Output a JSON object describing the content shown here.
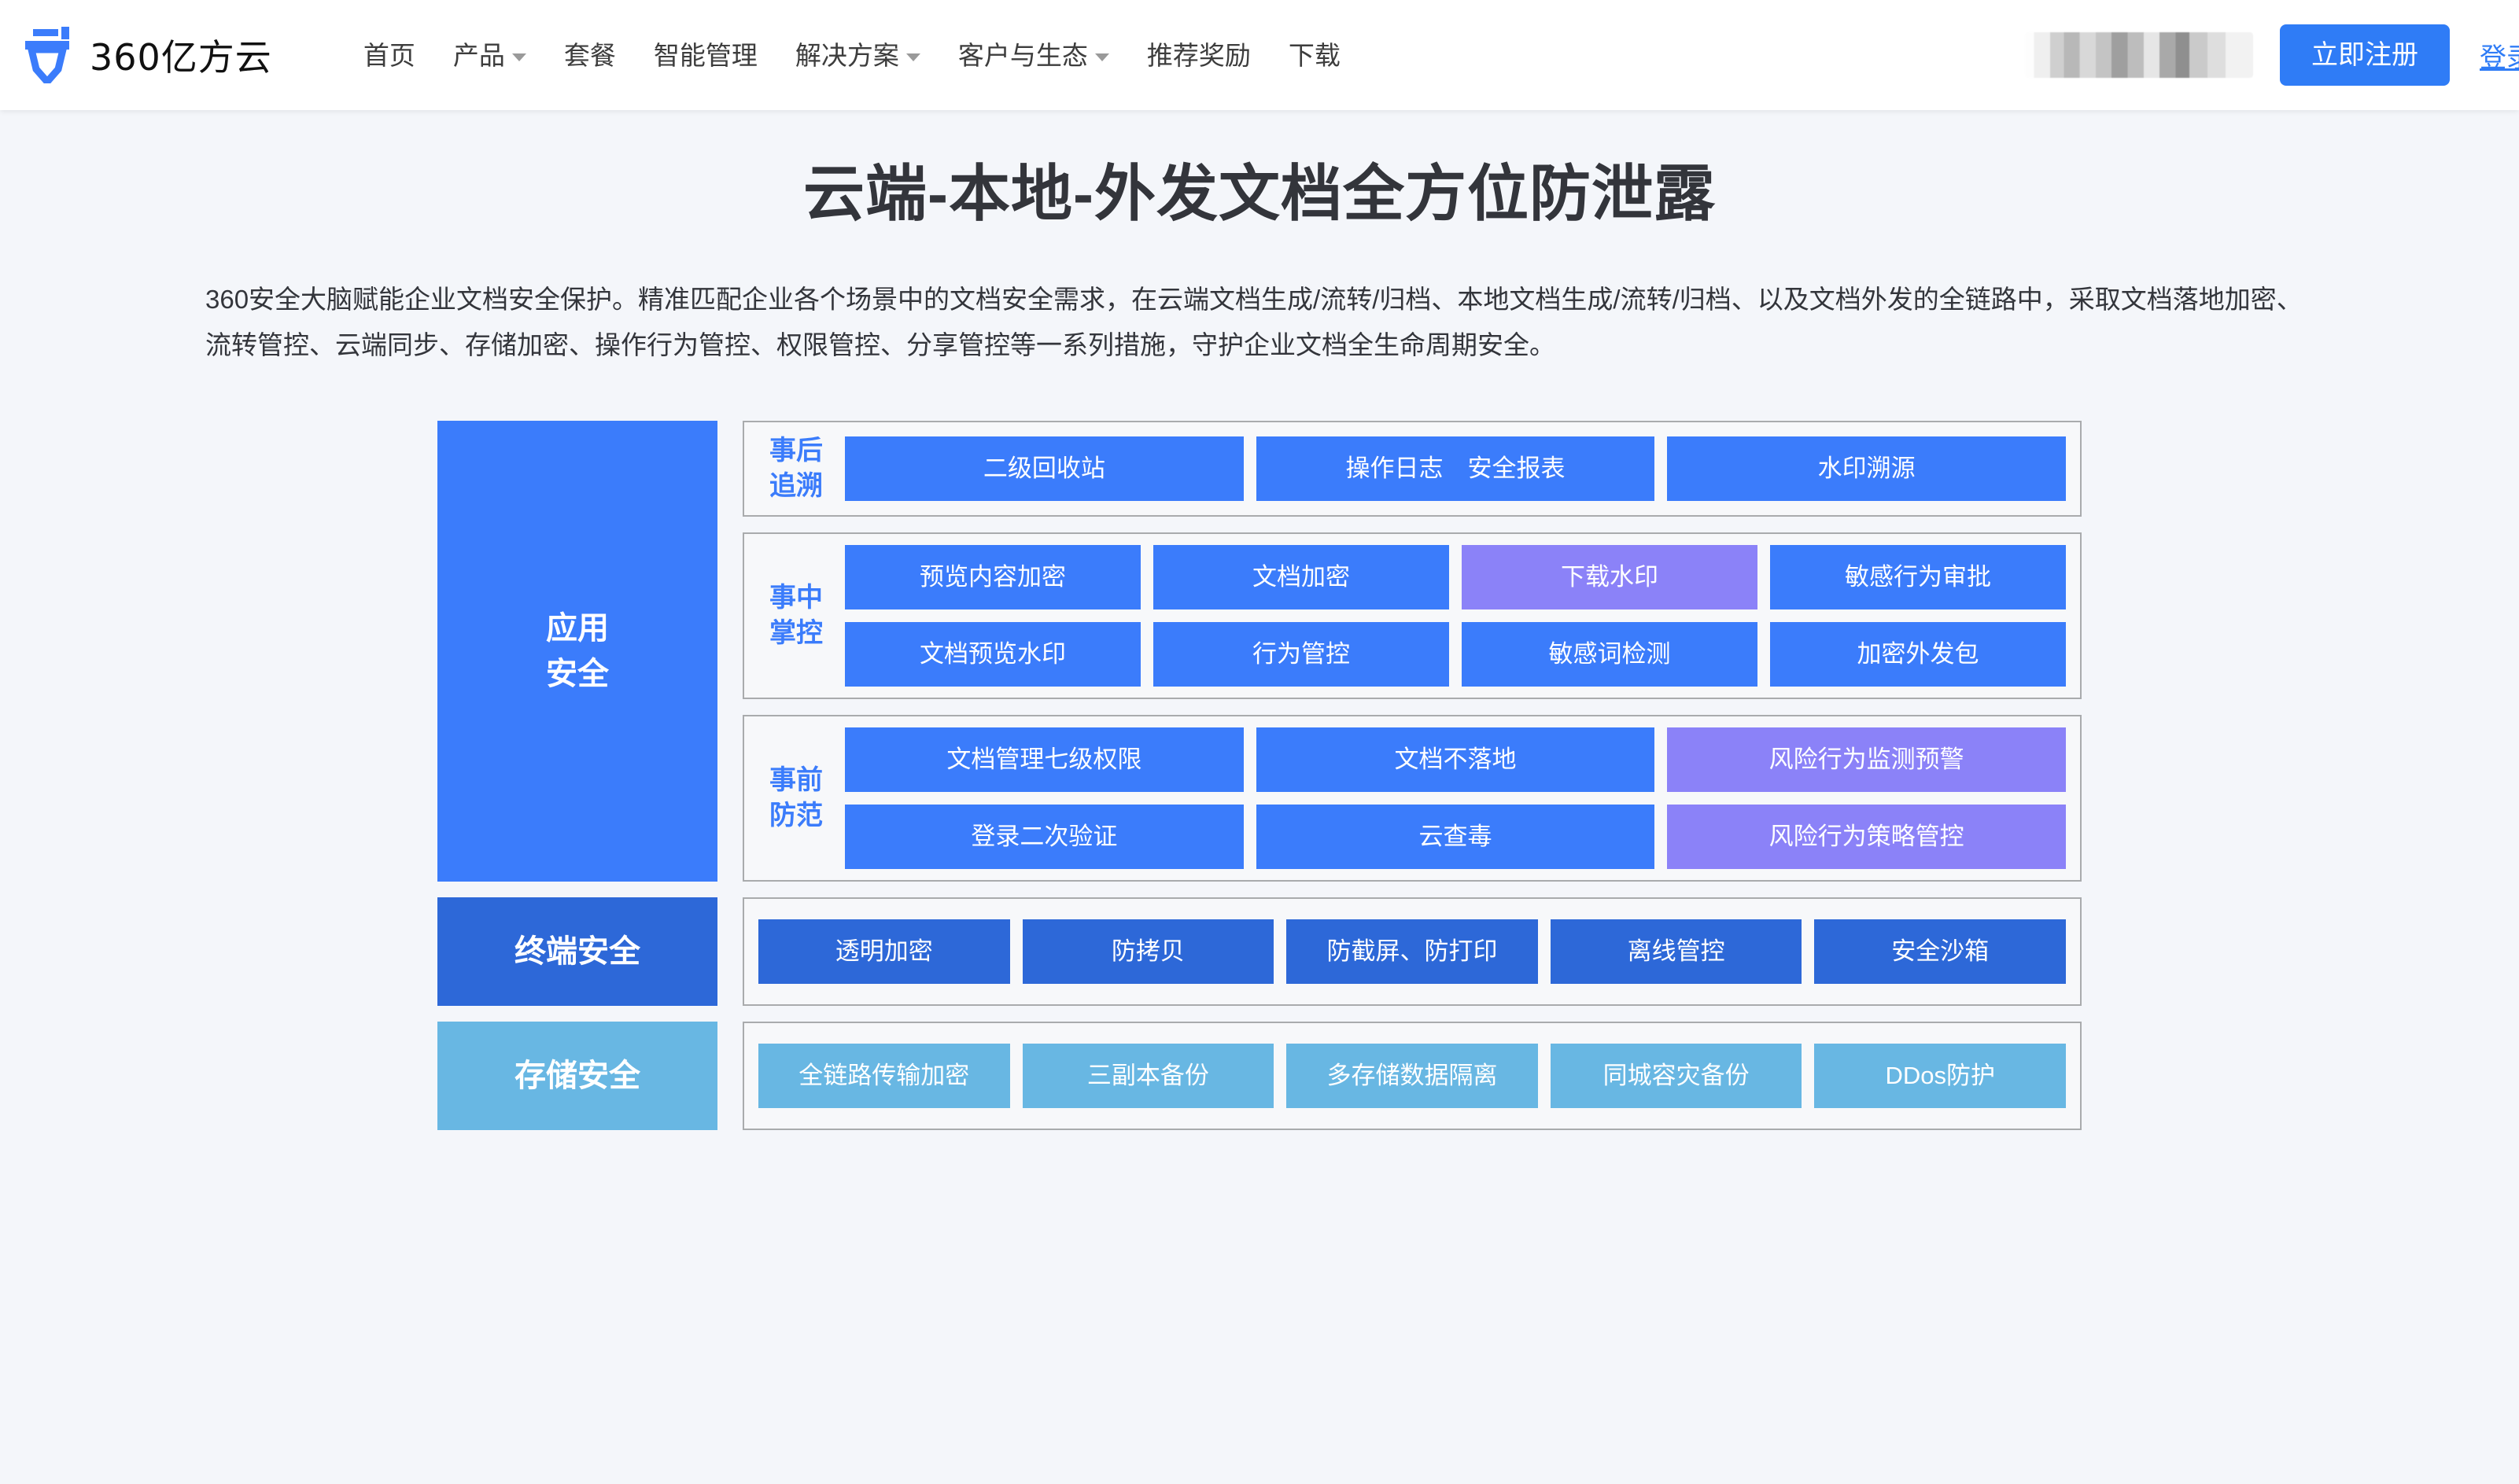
{
  "header": {
    "brand_name": "360亿方云",
    "logo_icon": "yifangyun-logo-icon",
    "nav": [
      {
        "label": "首页",
        "has_caret": false
      },
      {
        "label": "产品",
        "has_caret": true
      },
      {
        "label": "套餐",
        "has_caret": false
      },
      {
        "label": "智能管理",
        "has_caret": false
      },
      {
        "label": "解决方案",
        "has_caret": true
      },
      {
        "label": "客户与生态",
        "has_caret": true
      },
      {
        "label": "推荐奖励",
        "has_caret": false
      },
      {
        "label": "下载",
        "has_caret": false
      }
    ],
    "user_chip": "",
    "register_label": "立即注册",
    "login_label": "登录"
  },
  "hero": {
    "title": "云端-本地-外发文档全方位防泄露",
    "description": "360安全大脑赋能企业文档安全保护。精准匹配企业各个场景中的文档安全需求，在云端文档生成/流转/归档、本地文档生成/流转/归档、以及文档外发的全链路中，采取文档落地加密、流转管控、云端同步、存储加密、操作行为管控、权限管控、分享管控等一系列措施，守护企业文档全生命周期安全。"
  },
  "diagram": {
    "categories": {
      "app": "应用\n安全",
      "app_line1": "应用",
      "app_line2": "安全",
      "endpoint": "终端安全",
      "storage": "存储安全"
    },
    "groups": [
      {
        "id": "post-trace",
        "label_line1": "事后",
        "label_line2": "追溯",
        "layout": "grid-3",
        "cells": [
          {
            "label": "二级回收站",
            "color": "blue"
          },
          {
            "label": "操作日志　安全报表",
            "color": "blue"
          },
          {
            "label": "水印溯源",
            "color": "blue"
          }
        ]
      },
      {
        "id": "in-control",
        "label_line1": "事中",
        "label_line2": "掌控",
        "layout": "grid-4x2",
        "cells": [
          {
            "label": "预览内容加密",
            "color": "blue"
          },
          {
            "label": "文档加密",
            "color": "blue"
          },
          {
            "label": "下载水印",
            "color": "purple"
          },
          {
            "label": "敏感行为审批",
            "color": "blue"
          },
          {
            "label": "文档预览水印",
            "color": "blue"
          },
          {
            "label": "行为管控",
            "color": "blue"
          },
          {
            "label": "敏感词检测",
            "color": "blue"
          },
          {
            "label": "加密外发包",
            "color": "blue"
          }
        ]
      },
      {
        "id": "pre-prevent",
        "label_line1": "事前",
        "label_line2": "防范",
        "layout": "grid-3x2",
        "cells": [
          {
            "label": "文档管理七级权限",
            "color": "blue"
          },
          {
            "label": "文档不落地",
            "color": "blue"
          },
          {
            "label": "风险行为监测预警",
            "color": "purple"
          },
          {
            "label": "登录二次验证",
            "color": "blue"
          },
          {
            "label": "云查毒",
            "color": "blue"
          },
          {
            "label": "风险行为策略管控",
            "color": "purple"
          }
        ]
      },
      {
        "id": "endpoint",
        "label_line1": "",
        "label_line2": "",
        "layout": "grid-5",
        "cells": [
          {
            "label": "透明加密",
            "color": "dblue"
          },
          {
            "label": "防拷贝",
            "color": "dblue"
          },
          {
            "label": "防截屏、防打印",
            "color": "dblue"
          },
          {
            "label": "离线管控",
            "color": "dblue"
          },
          {
            "label": "安全沙箱",
            "color": "dblue"
          }
        ]
      },
      {
        "id": "storage",
        "label_line1": "",
        "label_line2": "",
        "layout": "grid-5",
        "cells": [
          {
            "label": "全链路传输加密",
            "color": "lblue"
          },
          {
            "label": "三副本备份",
            "color": "lblue"
          },
          {
            "label": "多存储数据隔离",
            "color": "lblue"
          },
          {
            "label": "同城容灾备份",
            "color": "lblue"
          },
          {
            "label": "DDos防护",
            "color": "lblue"
          }
        ]
      }
    ]
  },
  "colors": {
    "page_bg": "#f4f6fa",
    "brand_blue": "#2f7cf6",
    "app_blue": "#3b7cfb",
    "endpoint_blue": "#2d68d8",
    "storage_blue": "#68b7e3",
    "accent_purple": "#8b82f8",
    "group_border": "#a9abad",
    "group_bg": "#f7f8fa"
  }
}
